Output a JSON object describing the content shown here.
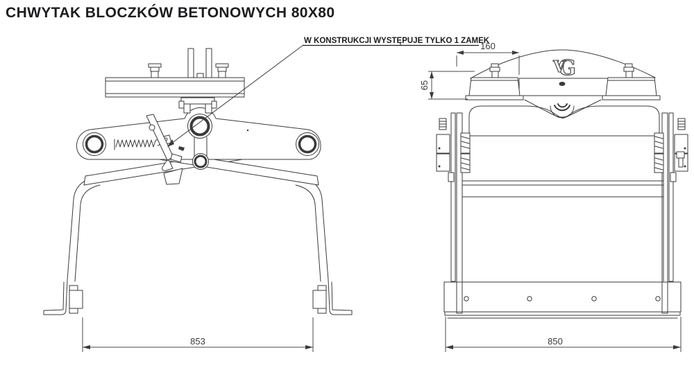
{
  "page": {
    "title": "CHWYTAK BLOCZKÓW BETONOWYCH 80X80"
  },
  "annotation": {
    "note": "W KONSTRUKCJI WYSTĘPUJE TYLKO 1 ZAMEK"
  },
  "logo": {
    "v": "V",
    "g": "G"
  },
  "dimensions": {
    "front_grip_width": "853",
    "side_base_width": "850",
    "top_box_width": "160",
    "box_height": "65"
  },
  "colors": {
    "line": "#3a3a3a",
    "text": "#1c1c20",
    "background": "#ffffff"
  }
}
